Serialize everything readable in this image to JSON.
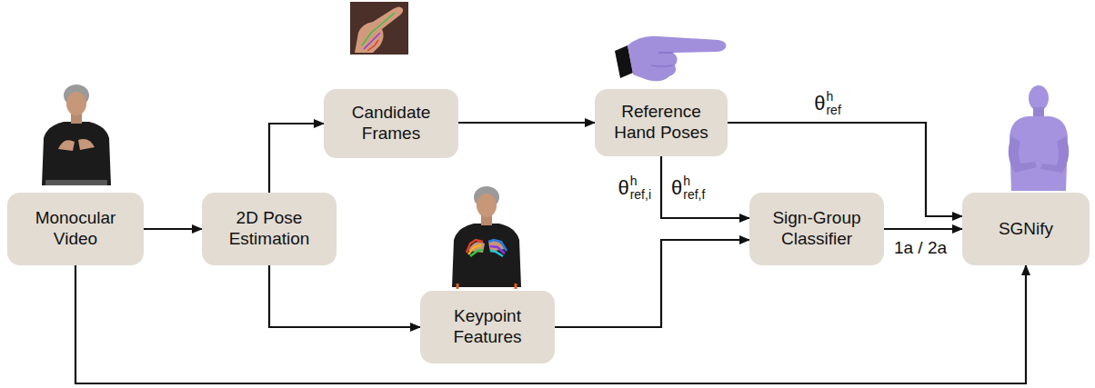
{
  "diagram": {
    "nodes": [
      {
        "text": [
          "Monocular Video"
        ]
      },
      {
        "text": [
          "2D Pose Estimation"
        ]
      },
      {
        "text": [
          "Candidate Frames"
        ]
      },
      {
        "text": [
          "Keypoint Features"
        ]
      },
      {
        "text": [
          "Reference Hand Poses"
        ]
      },
      {
        "text": [
          "Sign-Group Classifier"
        ]
      },
      {
        "text": [
          "SGNify"
        ]
      }
    ],
    "edges": [
      {
        "from": 0,
        "to": 1,
        "arrow": "to"
      },
      {
        "from": 1,
        "to": 2,
        "arrow": "to"
      },
      {
        "from": 1,
        "to": 3,
        "arrow": "to"
      },
      {
        "from": 2,
        "to": 4,
        "arrow": "to"
      },
      {
        "from": 4,
        "to": 6,
        "arrow": "to",
        "label": "θhref"
      },
      {
        "from": 4,
        "to": 5,
        "arrow": "to",
        "label": "θhref,i θhref,f"
      },
      {
        "from": 3,
        "to": 5,
        "arrow": "to"
      },
      {
        "from": 5,
        "to": 6,
        "arrow": "to",
        "label": "1a / 2a"
      },
      {
        "from": 0,
        "to": 6,
        "arrow": "to"
      }
    ]
  }
}
